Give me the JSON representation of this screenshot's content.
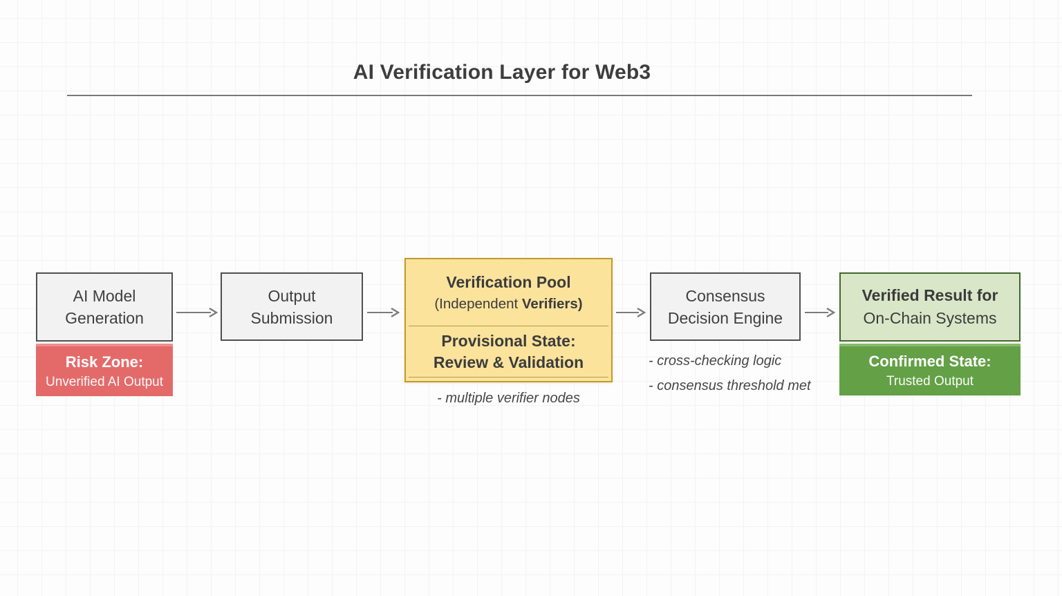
{
  "title": "AI Verification Layer for Web3",
  "nodes": {
    "ai_model": {
      "line1": "AI Model",
      "line2": "Generation"
    },
    "risk_zone": {
      "title": "Risk Zone:",
      "subtitle": "Unverified AI Output"
    },
    "output_submission": {
      "line1": "Output",
      "line2": "Submission"
    },
    "verification_pool": {
      "title": "Verification Pool",
      "subtitle_prefix": "(Independent ",
      "subtitle_bold": "Verifiers)",
      "state_title": "Provisional State:",
      "state_line2": "Review & Validation",
      "note": "- multiple verifier nodes"
    },
    "consensus_engine": {
      "line1": "Consensus",
      "line2": "Decision Engine",
      "notes": [
        "- cross-checking logic",
        "- consensus threshold met"
      ]
    },
    "verified_result": {
      "line1": "Verified Result for",
      "line2": "On-Chain Systems"
    },
    "confirmed_state": {
      "title": "Confirmed State:",
      "subtitle": "Trusted Output"
    }
  },
  "colors": {
    "risk_red": "#E46A6A",
    "risk_red_highlight": "#EE8E8E",
    "pending_yellow": "#FBE39C",
    "yellow_border": "#C19A2E",
    "verified_light_green": "#D9E7C8",
    "green_border": "#42682B",
    "confirmed_green": "#63A046",
    "confirmed_green_highlight": "#8ABA6C",
    "neutral_box_bg": "#F2F2F2",
    "neutral_box_border": "#4F4F4F",
    "arrow_gray": "#7B7B7B",
    "title_text": "#3D3D3D"
  }
}
